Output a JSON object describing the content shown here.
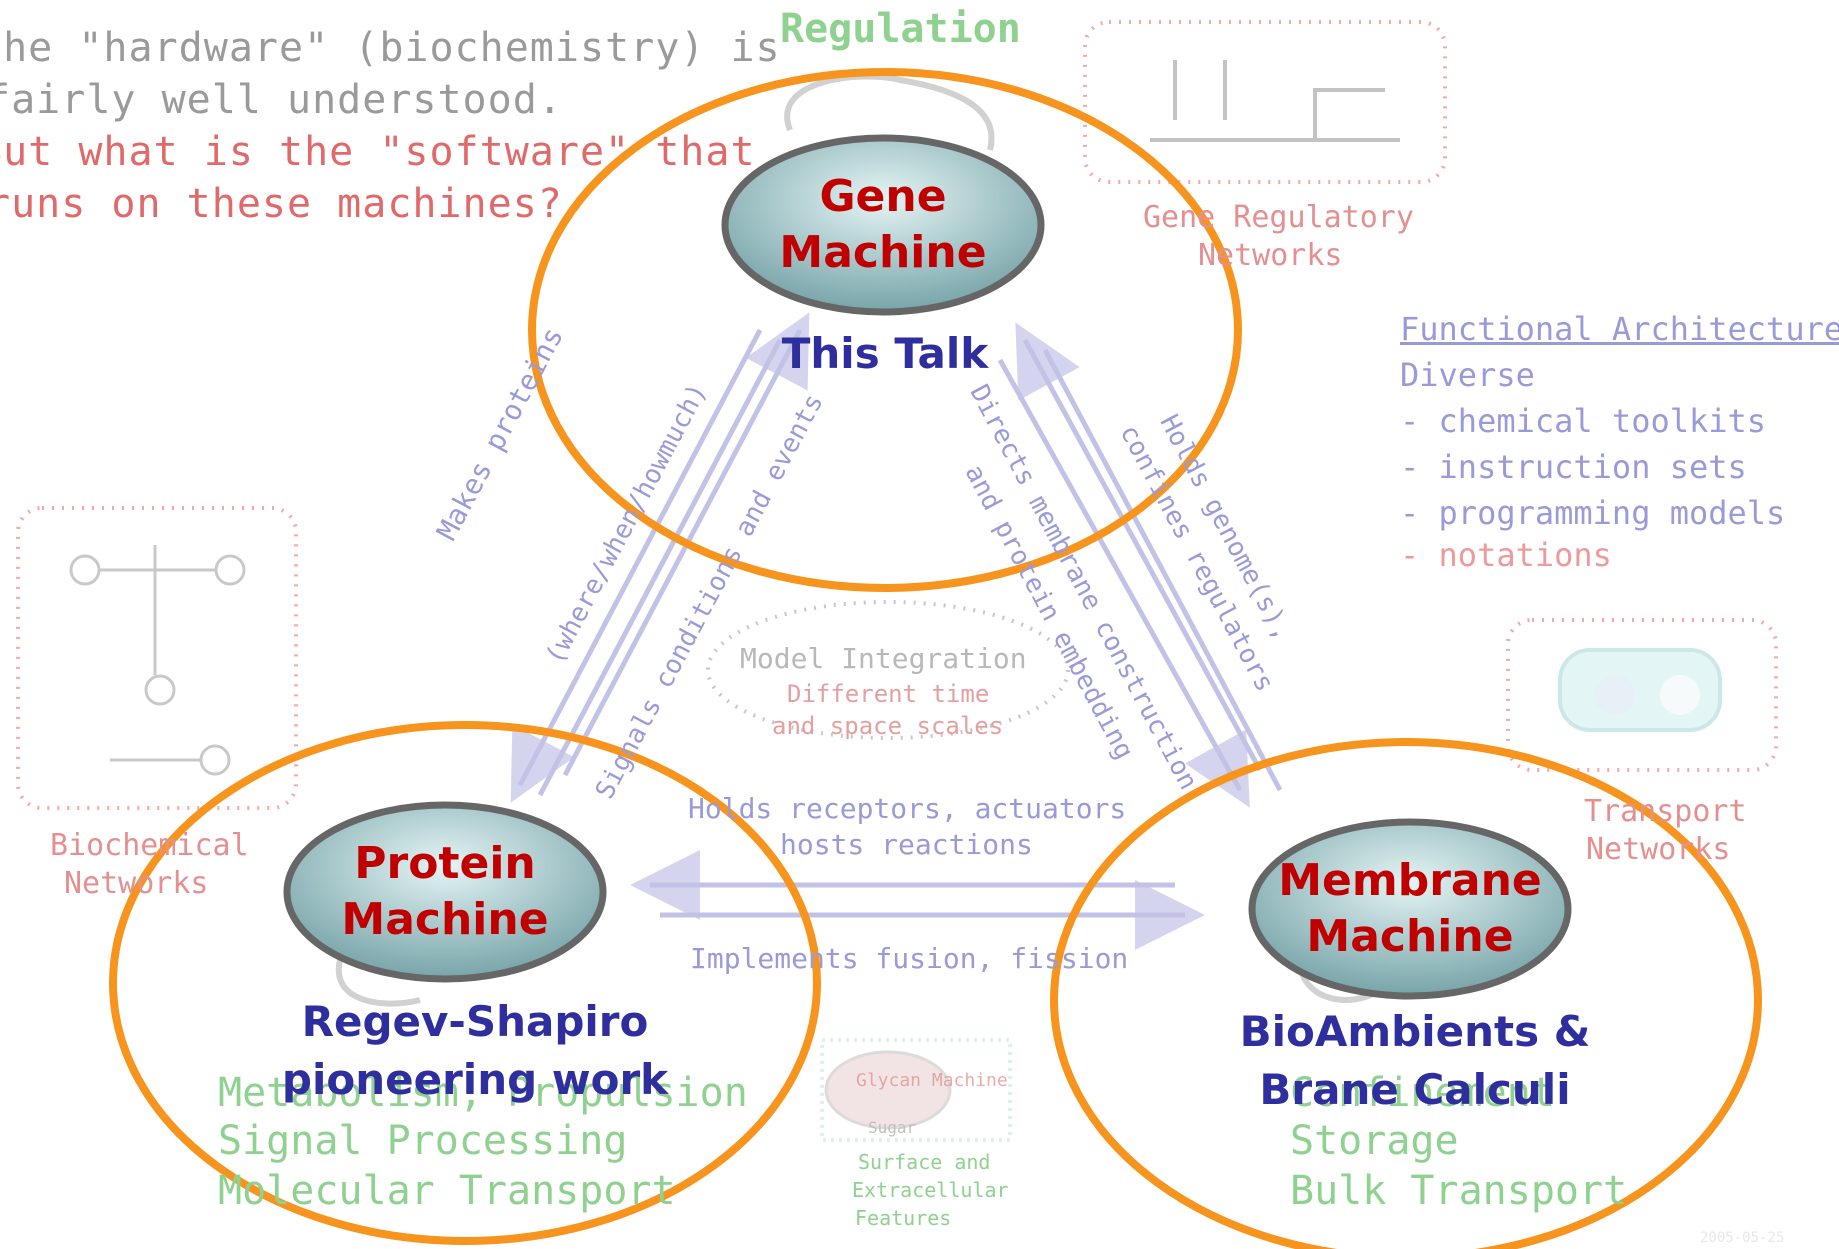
{
  "intro": {
    "line1": "the \"hardware\" (biochemistry) is",
    "line2": "fairly well understood.",
    "line3": "But what is the \"software\" that",
    "line4": "runs on these machines?"
  },
  "regulation_label": "Regulation",
  "gene_network": {
    "line1": "Gene Regulatory",
    "line2": "Networks"
  },
  "functional_architecture": {
    "title": "Functional Architecture",
    "subtitle": "Diverse",
    "items": [
      "- chemical toolkits",
      "- instruction sets",
      "- programming models"
    ],
    "last_item": "- notations"
  },
  "biochemical_network": {
    "line1": "Biochemical",
    "line2": "Networks"
  },
  "transport_network": {
    "line1": "Transport",
    "line2": "Networks"
  },
  "model_integration": {
    "line1": "Model Integration",
    "line2": "Different time",
    "line3": "and space scales"
  },
  "arrows": {
    "left_outer_1": "Makes proteins",
    "left_outer_2": "(where/when/howmuch)",
    "left_inner": "Signals conditions and events",
    "right_inner_1": "Directs membrane construction",
    "right_inner_2": "and protein embedding",
    "right_outer_1": "Holds genome(s),",
    "right_outer_2": "confines regulators",
    "bottom_top_1": "Holds receptors, actuators",
    "bottom_top_2": "hosts reactions",
    "bottom_bottom": "Implements fusion, fission"
  },
  "glycan": {
    "name": "Glycan Machine",
    "sub": "Sugar",
    "caption_1": "Surface and",
    "caption_2": "Extracellular",
    "caption_3": "Features"
  },
  "protein_functions": [
    "Metabolism, Propulsion",
    "Signal Processing",
    "Molecular Transport"
  ],
  "membrane_functions": [
    "Confinement",
    "Storage",
    "Bulk Transport"
  ],
  "machines": {
    "gene": {
      "line1": "Gene",
      "line2": "Machine",
      "note": "This Talk"
    },
    "protein": {
      "line1": "Protein",
      "line2": "Machine",
      "note_1": "Regev-Shapiro",
      "note_2": "pioneering work"
    },
    "membrane": {
      "line1": "Membrane",
      "line2": "Machine",
      "note_1": "BioAmbients &",
      "note_2": "Brane Calculi"
    }
  },
  "footer_date": "2005-05-25",
  "colors": {
    "ring": "#f7941d",
    "machine_fill_top": "#d6eeee",
    "machine_fill_bottom": "#7fa9ad",
    "machine_text": "#c00000",
    "note_text": "#2e2e9e"
  }
}
